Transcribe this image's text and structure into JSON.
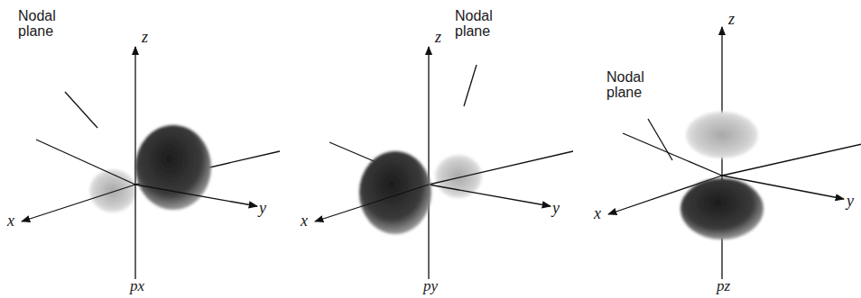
{
  "diagram": {
    "labels": [
      "Nodal plane",
      "z",
      "x",
      "y",
      "px",
      "Nodal plane",
      "z",
      "x",
      "y",
      "py",
      "Nodal plane",
      "z",
      "x",
      "y",
      "pz"
    ]
  }
}
